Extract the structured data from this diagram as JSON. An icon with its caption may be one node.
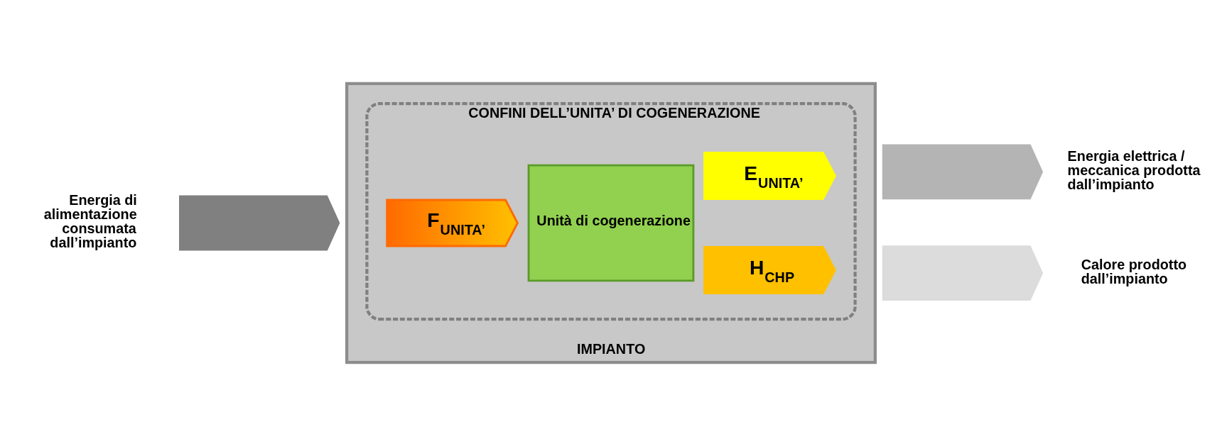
{
  "diagram": {
    "nodes": [
      {
        "text": [
          "IMPIANTO"
        ]
      },
      {
        "text": [
          "CONFINI DELL’UNITA’ DI COGENERAZIONE"
        ],
        "in": 0
      },
      {
        "text": [
          "F$_{UNITA’}$"
        ],
        "in": 1
      },
      {
        "text": [
          "Unità di cogenerazione"
        ],
        "in": 1
      },
      {
        "text": [
          "E$_{UNITA’}$"
        ],
        "in": 1
      },
      {
        "text": [
          "H$_{CHP}$"
        ],
        "in": 1
      },
      {
        "text": [],
        "shape": "arrow",
        "beside": [
          "Energia di alimentazione consumata dall’impianto"
        ]
      },
      {
        "text": [],
        "shape": "arrow",
        "beside": [
          "Energia elettrica / meccanica prodotta dall’impianto"
        ]
      },
      {
        "text": [],
        "shape": "arrow",
        "beside": [
          "Calore prodotto dall’impianto"
        ]
      }
    ],
    "edges": []
  }
}
